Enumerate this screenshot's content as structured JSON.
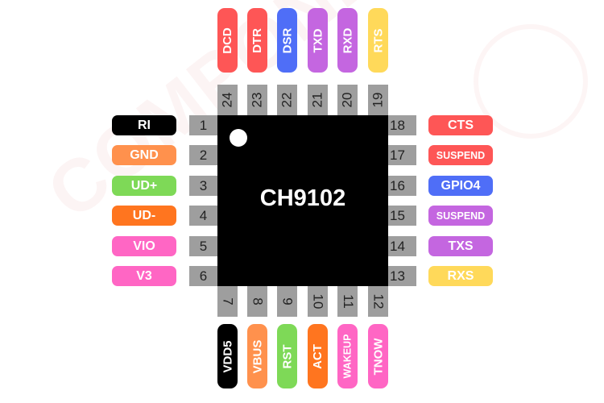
{
  "watermark": "COMPONENTS101",
  "chip": {
    "name": "CH9102"
  },
  "top": [
    {
      "pin": "24",
      "label": "DCD",
      "color": "#fe5656"
    },
    {
      "pin": "23",
      "label": "DTR",
      "color": "#fe5656"
    },
    {
      "pin": "22",
      "label": "DSR",
      "color": "#4f6ef7"
    },
    {
      "pin": "21",
      "label": "TXD",
      "color": "#c466e0"
    },
    {
      "pin": "20",
      "label": "RXD",
      "color": "#c466e0"
    },
    {
      "pin": "19",
      "label": "RTS",
      "color": "#ffd95a"
    }
  ],
  "left": [
    {
      "pin": "1",
      "label": "RI",
      "color": "#000000"
    },
    {
      "pin": "2",
      "label": "GND",
      "color": "#ff914d"
    },
    {
      "pin": "3",
      "label": "UD+",
      "color": "#7ed957"
    },
    {
      "pin": "4",
      "label": "UD-",
      "color": "#ff751f"
    },
    {
      "pin": "5",
      "label": "VIO",
      "color": "#ff66c4"
    },
    {
      "pin": "6",
      "label": "V3",
      "color": "#ff66c4"
    }
  ],
  "right": [
    {
      "pin": "18",
      "label": "CTS",
      "color": "#fe5656"
    },
    {
      "pin": "17",
      "label": "SUSPEND",
      "color": "#fe5656"
    },
    {
      "pin": "16",
      "label": "GPIO4",
      "color": "#4f6ef7"
    },
    {
      "pin": "15",
      "label": "SUSPEND",
      "color": "#c466e0"
    },
    {
      "pin": "14",
      "label": "TXS",
      "color": "#c466e0"
    },
    {
      "pin": "13",
      "label": "RXS",
      "color": "#ffd95a"
    }
  ],
  "bottom": [
    {
      "pin": "7",
      "label": "VDD5",
      "color": "#000000"
    },
    {
      "pin": "8",
      "label": "VBUS",
      "color": "#ff914d"
    },
    {
      "pin": "9",
      "label": "RST",
      "color": "#7ed957"
    },
    {
      "pin": "10",
      "label": "ACT",
      "color": "#ff751f"
    },
    {
      "pin": "11",
      "label": "WAKEUP",
      "color": "#ff66c4"
    },
    {
      "pin": "12",
      "label": "TNOW",
      "color": "#ff66c4"
    }
  ]
}
